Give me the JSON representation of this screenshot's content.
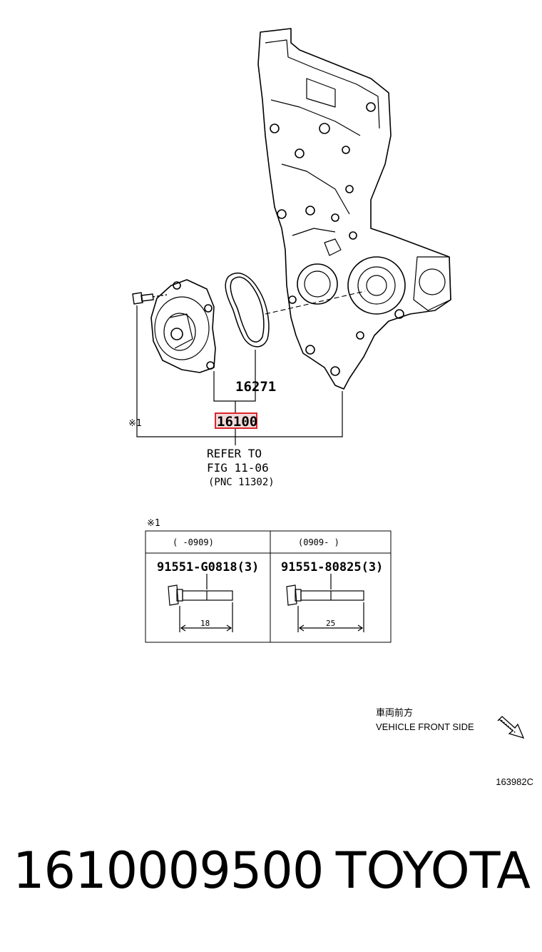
{
  "callouts": {
    "gasket": "16271",
    "pump_assembly": "16100",
    "ref_mark_left": "※1",
    "refer_line1": "REFER TO",
    "refer_line2": "FIG 11-06",
    "refer_line3": "(PNC 11302)"
  },
  "bolt_table": {
    "ref_mark": "※1",
    "columns": [
      {
        "period": "(      -0909)",
        "part": "91551-G0818(3)",
        "length": "18"
      },
      {
        "period": "(0909-      )",
        "part": "91551-80825(3)",
        "length": "25"
      }
    ]
  },
  "direction": {
    "label_jp": "車両前方",
    "label_en": "VEHICLE FRONT SIDE"
  },
  "illustration_code": "163982C",
  "footer": {
    "part_number": "1610009500",
    "brand": "TOYOTA"
  },
  "colors": {
    "highlight": "#d9262b",
    "highlight_fill": "#f3dada",
    "line": "#000000"
  }
}
